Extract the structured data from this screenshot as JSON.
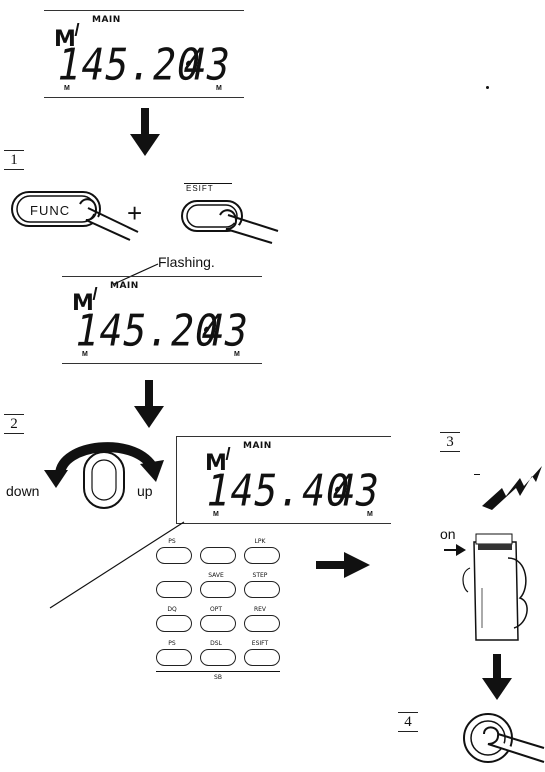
{
  "display1": {
    "memory": "M",
    "band": "MAIN",
    "frequency": "145.20",
    "channel": "43",
    "sub_left": "M",
    "sub_right": "M"
  },
  "step1": {
    "number": "1",
    "func_key": "FUNC",
    "plus": "+",
    "second_key_label": "ESIFT",
    "flashing_note": "Flashing."
  },
  "display2": {
    "memory": "M",
    "band": "MAIN",
    "frequency": "145.20",
    "channel": "43",
    "sub_left": "M",
    "sub_right": "M"
  },
  "step2": {
    "number": "2",
    "dial_down": "down",
    "dial_up": "up"
  },
  "display3": {
    "memory": "M",
    "band": "MAIN",
    "frequency": "145.40",
    "channel": "43",
    "sub_left": "M",
    "sub_right": "M"
  },
  "keypad": {
    "row_labels": [
      [
        "PS",
        "",
        "LPK"
      ],
      [
        "",
        "SAVE",
        "STEP"
      ],
      [
        "DQ",
        "OPT",
        "REV"
      ],
      [
        "PS",
        "DSL",
        "ESIFT"
      ]
    ],
    "bottom_label": "SB"
  },
  "step3": {
    "number": "3",
    "switch_label": "on"
  },
  "step4": {
    "number": "4"
  }
}
